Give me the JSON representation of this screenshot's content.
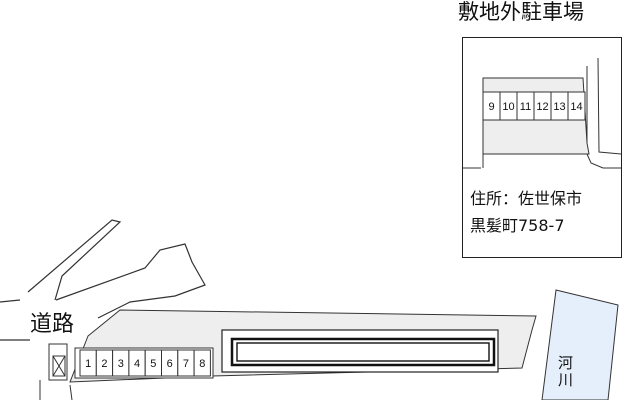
{
  "labels": {
    "road": "道路",
    "offsite_parking_title": "敷地外駐車場",
    "address_line1": "住所：佐世保市",
    "address_line2": "黒髪町758-7",
    "river": "河川"
  },
  "onsite_parking": [
    "1",
    "2",
    "3",
    "4",
    "5",
    "6",
    "7",
    "8"
  ],
  "offsite_parking": [
    "9",
    "10",
    "11",
    "12",
    "13",
    "14"
  ],
  "colors": {
    "lot_fill": "#eeeeee",
    "river_fill": "#e5eefb",
    "outline": "#222222"
  }
}
